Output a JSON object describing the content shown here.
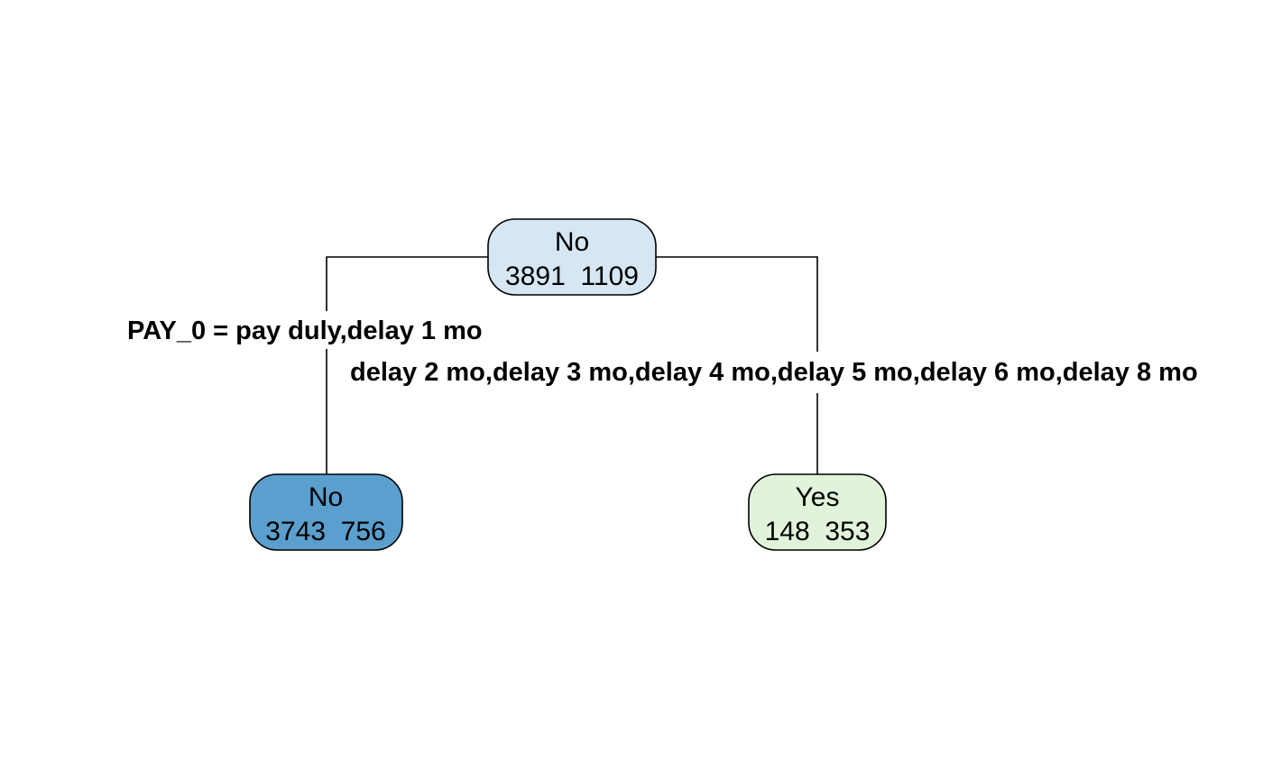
{
  "tree": {
    "root": {
      "class_label": "No",
      "counts": "3891  1109",
      "fill": "#d6e6f4"
    },
    "split": {
      "left_rule": "PAY_0 = pay duly,delay 1 mo",
      "right_rule": "delay 2 mo,delay 3 mo,delay 4 mo,delay 5 mo,delay 6 mo,delay 8 mo"
    },
    "left_leaf": {
      "class_label": "No",
      "counts": "3743  756",
      "fill": "#5a9fcd"
    },
    "right_leaf": {
      "class_label": "Yes",
      "counts": "148  353",
      "fill": "#e1f3da"
    }
  }
}
